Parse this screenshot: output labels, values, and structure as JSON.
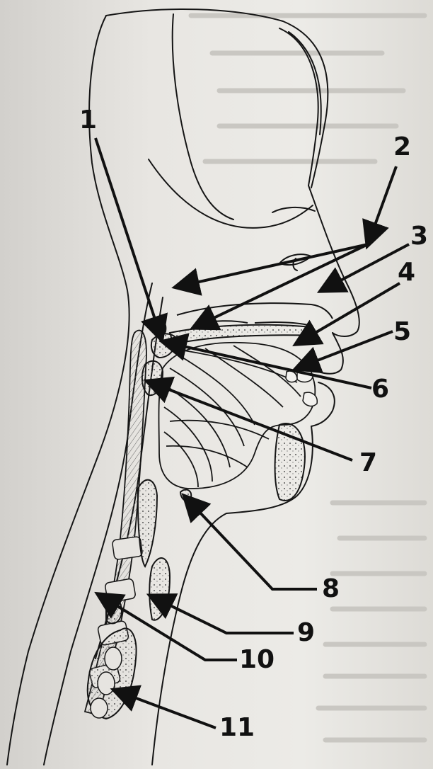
{
  "diagram": {
    "labels": [
      "1",
      "2",
      "3",
      "4",
      "5",
      "6",
      "7",
      "8",
      "9",
      "10",
      "11"
    ]
  },
  "colors": {
    "ink": "#151515",
    "paper": "#e9e8e4"
  }
}
